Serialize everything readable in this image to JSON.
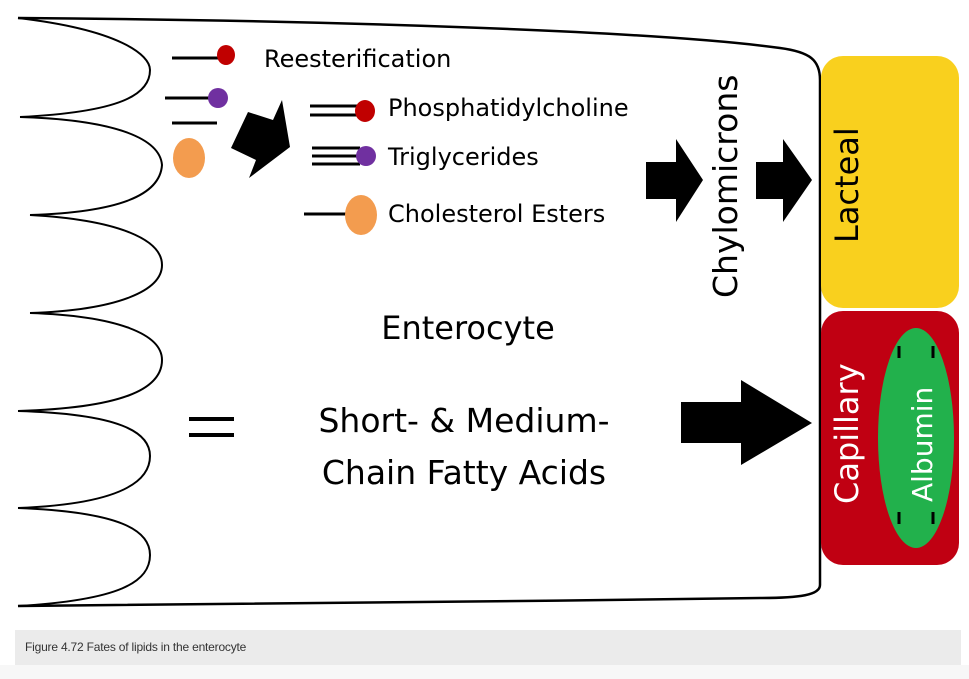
{
  "figure": {
    "caption": "Figure 4.72 Fates of lipids in the enterocyte",
    "cell_label": "Enterocyte",
    "reesterification_label": "Reesterification",
    "products": [
      {
        "label": "Phosphatidylcholine",
        "icon": "two-chain-red-head-icon"
      },
      {
        "label": "Triglycerides",
        "icon": "three-chain-purple-head-icon"
      },
      {
        "label": "Cholesterol Esters",
        "icon": "chain-orange-ellipse-icon"
      }
    ],
    "packaging_label": "Chylomicrons",
    "lacteal_label": "Lacteal",
    "capillary_label": "Capillary",
    "albumin_label": "Albumin",
    "short_medium_line1": "Short- & Medium-",
    "short_medium_line2": "Chain Fatty Acids",
    "colors": {
      "red_head": "#c00000",
      "purple_head": "#7030a0",
      "orange": "#f39c4f",
      "lacteal": "#f9d01e",
      "capillary": "#c00012",
      "albumin": "#22b14c"
    }
  }
}
